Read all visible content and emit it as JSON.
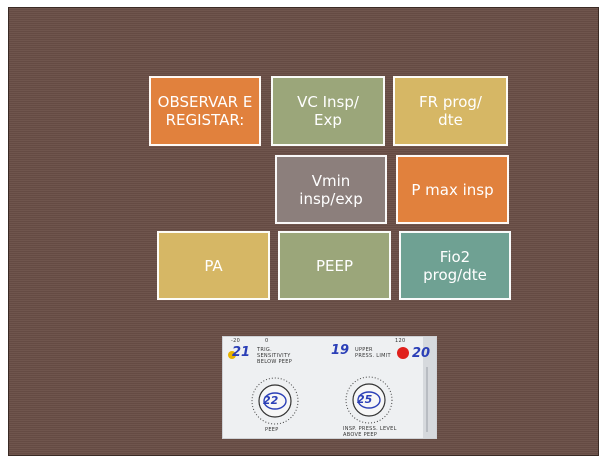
{
  "tiles": {
    "observar": "OBSERVAR E\nREGISTAR:",
    "vc": "VC Insp/\nExp",
    "fr": "FR prog/\ndte",
    "vmin": "Vmin\ninsp/exp",
    "pmax": "P max insp",
    "pa": "PA",
    "peep": "PEEP",
    "fio2": "Fio2\nprog/dte"
  },
  "photo": {
    "left_handwritten": "21",
    "left_title": "TRIG.\nSENSITIVITY\nBELOW PEEP",
    "left_dial_value": "22",
    "left_dial_label": "PEEP",
    "right_handwritten": "19",
    "right_title": "UPPER\nPRESS. LIMIT",
    "right_dial_value": "25",
    "right_dial_label": "INSP. PRESS. LEVEL\nABOVE PEEP",
    "right_corner_handwritten": "20",
    "top_marks": [
      "-20",
      "0",
      "120"
    ]
  },
  "colors": {
    "background": "#6a4f47",
    "orange": "#e1813d",
    "olive": "#9ba67a",
    "gold": "#d6b765",
    "grey": "#8c7f7c",
    "teal": "#6fa193"
  }
}
